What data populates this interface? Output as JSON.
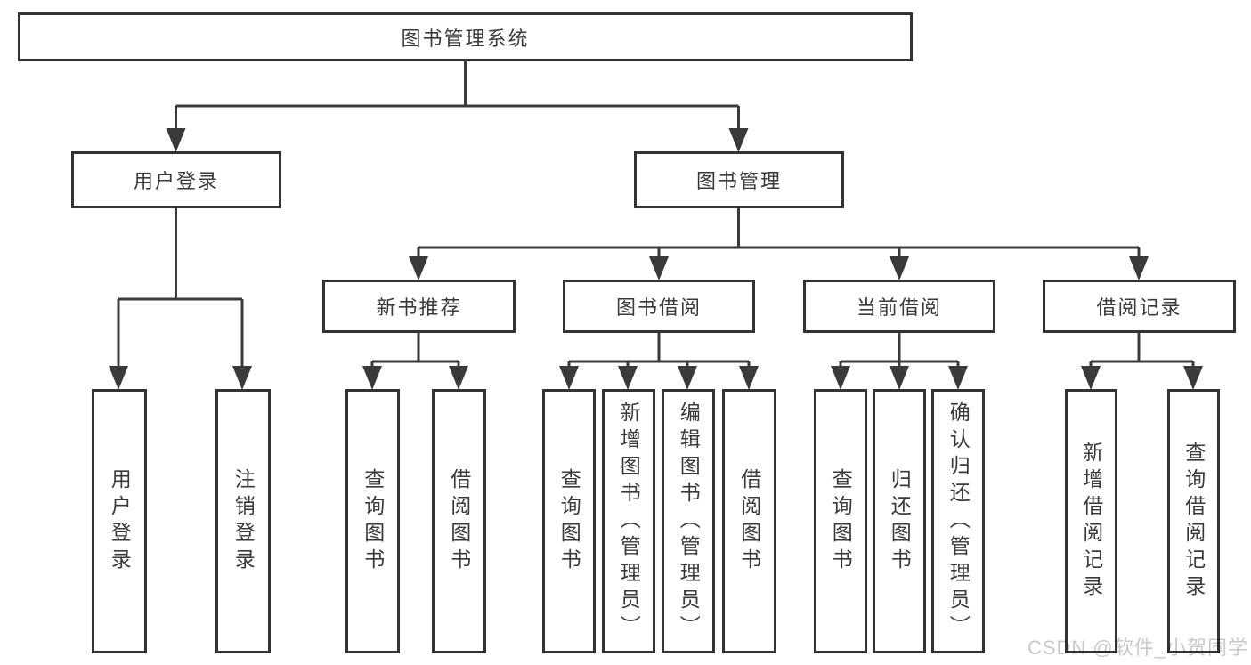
{
  "diagram": {
    "root": {
      "label": "图书管理系统"
    },
    "level2": [
      {
        "label": "用户登录"
      },
      {
        "label": "图书管理"
      }
    ],
    "level3": [
      {
        "label": "新书推荐",
        "parent": "图书管理"
      },
      {
        "label": "图书借阅",
        "parent": "图书管理"
      },
      {
        "label": "当前借阅",
        "parent": "图书管理"
      },
      {
        "label": "借阅记录",
        "parent": "图书管理"
      }
    ],
    "leaves": [
      {
        "label": "用户登录",
        "parent": "用户登录"
      },
      {
        "label": "注销登录",
        "parent": "用户登录"
      },
      {
        "label": "查询图书",
        "parent": "新书推荐"
      },
      {
        "label": "借阅图书",
        "parent": "新书推荐"
      },
      {
        "label": "查询图书",
        "parent": "图书借阅"
      },
      {
        "label": "新增图书（管理员）",
        "parent": "图书借阅"
      },
      {
        "label": "编辑图书（管理员）",
        "parent": "图书借阅"
      },
      {
        "label": "借阅图书",
        "parent": "图书借阅"
      },
      {
        "label": "查询图书",
        "parent": "当前借阅"
      },
      {
        "label": "归还图书",
        "parent": "当前借阅"
      },
      {
        "label": "确认归还（管理员）",
        "parent": "当前借阅"
      },
      {
        "label": "新增借阅记录",
        "parent": "借阅记录"
      },
      {
        "label": "查询借阅记录",
        "parent": "借阅记录"
      }
    ],
    "colors": {
      "line": "#3a3a3a",
      "box_border": "#333333",
      "box_fill": "#ffffff",
      "text": "#3a3a3a"
    }
  },
  "watermark": {
    "text": "CSDN @软件_小贺同学",
    "color": "#c9c9c9"
  }
}
